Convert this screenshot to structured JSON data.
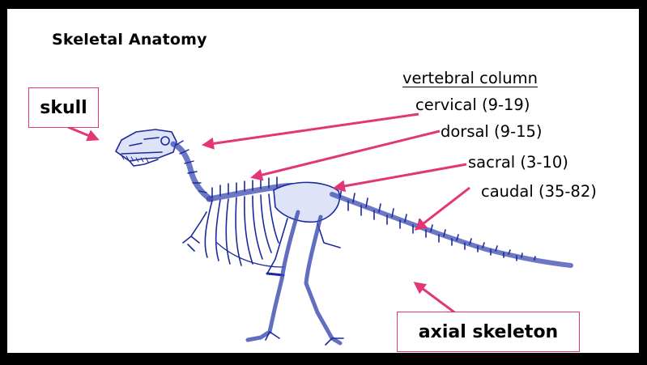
{
  "title": "Skeletal Anatomy",
  "vertebral_column": {
    "heading": "vertebral column",
    "regions": [
      "cervical (9-19)",
      "dorsal (9-15)",
      "sacral (3-10)",
      "caudal (35-82)"
    ]
  },
  "skull_label": "skull",
  "axial_label": "axial skeleton",
  "colors": {
    "arrow": "#e33677",
    "skeleton": "#1a2a9c",
    "background": "#000000",
    "slide": "#ffffff"
  },
  "icons": [
    "dinosaur-skeleton-illustration",
    "arrow-icon"
  ]
}
